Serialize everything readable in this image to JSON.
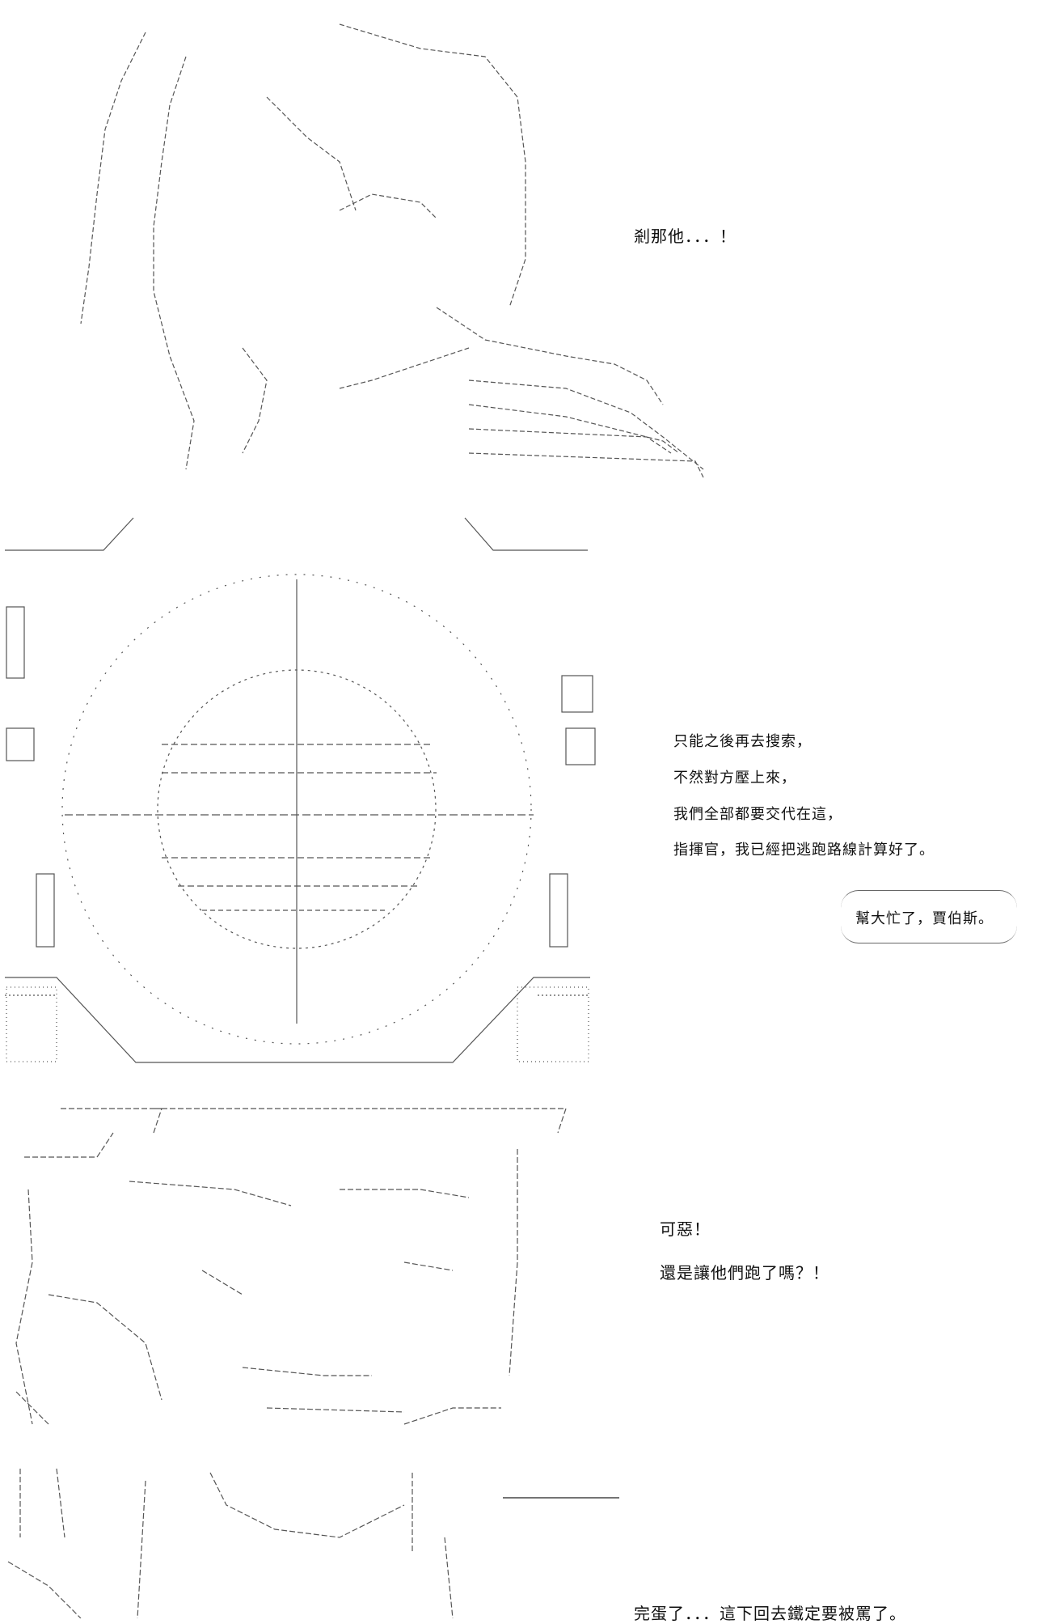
{
  "panels": [
    {
      "dialogue": [
        "剎那他．．．！"
      ]
    },
    {
      "dialogue": [
        "只能之後再去搜索，",
        "不然對方壓上來，",
        "我們全部都要交代在這，",
        "指揮官，我已經把逃跑路線計算好了。"
      ],
      "bubble": "幫大忙了，賈伯斯。"
    },
    {
      "dialogue": [
        "可惡！",
        "還是讓他們跑了嗎？！"
      ]
    },
    {
      "dialogue": [
        "完蛋了．．．這下回去鐵定要被罵了。"
      ]
    }
  ],
  "colors": {
    "ink": "#111111",
    "art": "#555555"
  }
}
